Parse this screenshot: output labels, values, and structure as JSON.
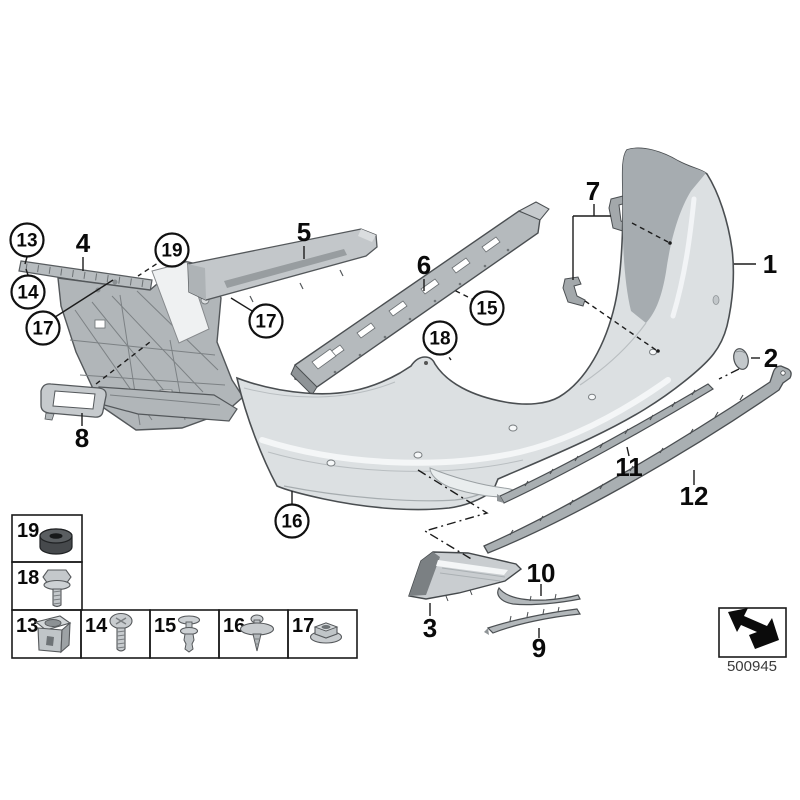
{
  "diagram": {
    "footer": {
      "code": "500945",
      "icon": "direction-arrow-icon"
    },
    "callouts": {
      "1": "1",
      "2": "2",
      "3": "3",
      "4": "4",
      "5": "5",
      "6": "6",
      "7": "7",
      "8": "8",
      "9": "9",
      "10": "10",
      "11": "11",
      "12": "12",
      "13": "13",
      "14": "14",
      "15": "15",
      "16": "16",
      "17a": "17",
      "17b": "17",
      "18": "18",
      "19": "19"
    },
    "legend": {
      "stack_items": [
        {
          "number": "19",
          "icon": "grommet-icon"
        },
        {
          "number": "18",
          "icon": "hex-flange-screw-icon"
        }
      ],
      "row_items": [
        {
          "number": "13",
          "icon": "cage-nut-icon"
        },
        {
          "number": "14",
          "icon": "pan-head-screw-icon"
        },
        {
          "number": "15",
          "icon": "expansion-rivet-icon"
        },
        {
          "number": "16",
          "icon": "washer-rivet-icon"
        },
        {
          "number": "17",
          "icon": "flange-nut-icon"
        }
      ]
    }
  }
}
